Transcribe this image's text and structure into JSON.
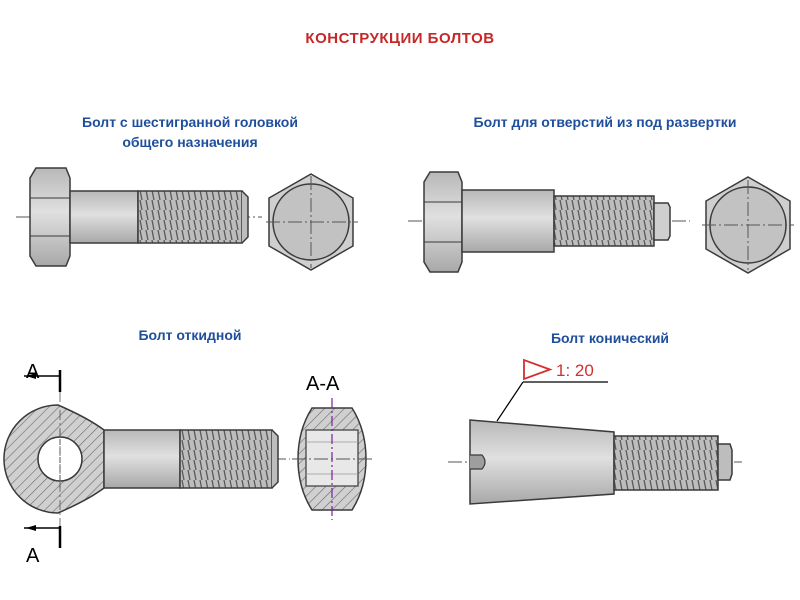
{
  "colors": {
    "title": "#c62828",
    "caption": "#1f4e9c",
    "metal": "#c9c9c9",
    "metal_dark": "#9a9a9a",
    "outline": "#3a3a3a",
    "centerline": "#555555",
    "hatch": "#6a6a6a",
    "cut_line": "#7b1fa2",
    "taper_mark": "#d32f2f"
  },
  "title": "КОНСТРУКЦИИ  БОЛТОВ",
  "sections": {
    "hex_bolt": {
      "caption_line1": "Болт с шестигранной  головкой",
      "caption_line2": "общего назначения"
    },
    "reamer_bolt": {
      "caption": "Болт  для отверстий из под развертки"
    },
    "eye_bolt": {
      "caption": "Болт откидной",
      "section_label_top": "А",
      "section_label_bottom": "А",
      "section_title": "А-А"
    },
    "conical_bolt": {
      "caption": "Болт конический",
      "taper_label": "1: 20"
    }
  }
}
